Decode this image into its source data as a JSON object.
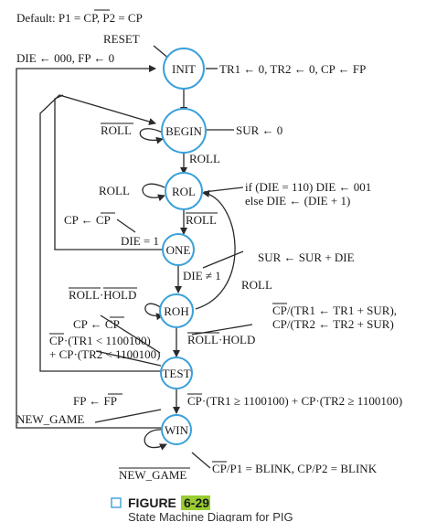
{
  "default_line": {
    "prefix": "Default: P1 = ",
    "cp": "CP",
    "mid": ", P2 = CP"
  },
  "labels": {
    "reset": "RESET",
    "reset_action": "DIE ← 000, FP ← 0",
    "init_action": "TR1 ← 0, TR2 ← 0, CP ← FP",
    "begin_roll_bar": "ROLL",
    "sur_reset": "SUR ← 0",
    "roll_transition": "ROLL",
    "rol_self": "ROLL",
    "die_update_1": "if (DIE = 110) DIE ← 001",
    "die_update_2": "else DIE ← (DIE + 1)",
    "cp_toggle_a": "CP ← ",
    "cp_toggle_b": "CP",
    "roll_bar_rol": "ROLL",
    "die_eq_1": "DIE = 1",
    "sur_add": "SUR ← SUR + DIE",
    "die_ne_1": "DIE ≠ 1",
    "roh_roll": "ROLL",
    "rollhold_bar": "ROLL·HOLD",
    "tr_update_1_cp": "CP",
    "tr_update_1": "/(TR1 ← TR1 + SUR),",
    "tr_update_2": "CP/(TR2 ← TR2 + SUR)",
    "cp_toggle2_a": "CP ← ",
    "cp_toggle2_b": "CP",
    "test_cond_1_cp": "CP",
    "test_cond_1": "·(TR1 < 1100100)",
    "test_cond_2": "+ CP·(TR2 < 1100100)",
    "roll_hold_bar2_roll": "ROLL",
    "roll_hold_bar2_hold": "·HOLD",
    "win_cond_cp": "CP",
    "win_cond": "·(TR1 ≥ 1100100) + CP·(TR2 ≥ 1100100)",
    "fp_toggle_a": "FP ← ",
    "fp_toggle_b": "FP",
    "new_game": "NEW_GAME",
    "new_game_bar": "NEW_GAME",
    "blink_cp": "CP",
    "blink": "/P1 = BLINK, CP/P2 = BLINK"
  },
  "states": {
    "init": "INIT",
    "begin": "BEGIN",
    "rol": "ROL",
    "one": "ONE",
    "roh": "ROH",
    "test": "TEST",
    "win": "WIN"
  },
  "caption": {
    "figure_word": "FIGURE",
    "figure_number": "6-29",
    "subtitle": "State Machine Diagram for PIG"
  },
  "colors": {
    "state_outline": "#3aa0d8",
    "figure_number_bg": "#9acd32",
    "caption_box": "#3aa0d8"
  }
}
